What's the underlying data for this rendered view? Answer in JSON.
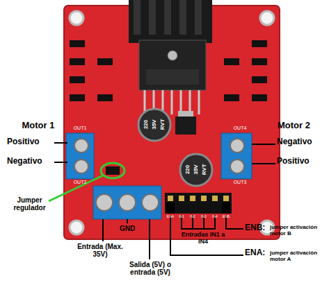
{
  "diagram": {
    "labels": [
      "Motor 1",
      "Positivo",
      "Negativo",
      "Motor 2",
      "Negativo",
      "Positivo",
      "OUT1",
      "OUT2",
      "OUT4",
      "OUT3",
      "220",
      "35V",
      "RVT",
      "220",
      "35V",
      "RVT",
      "ENA",
      "IN1",
      "IN2",
      "IN3",
      "IN4",
      "ENB",
      "Jumper regulador",
      "ENB:",
      "jumper activación motor B",
      "Entradas IN1 a IN4",
      "ENA:",
      "jumper activación motor A",
      "Entrada (Max. 35V)",
      "GND",
      "Salida (5V) o entrada (5V)"
    ]
  }
}
